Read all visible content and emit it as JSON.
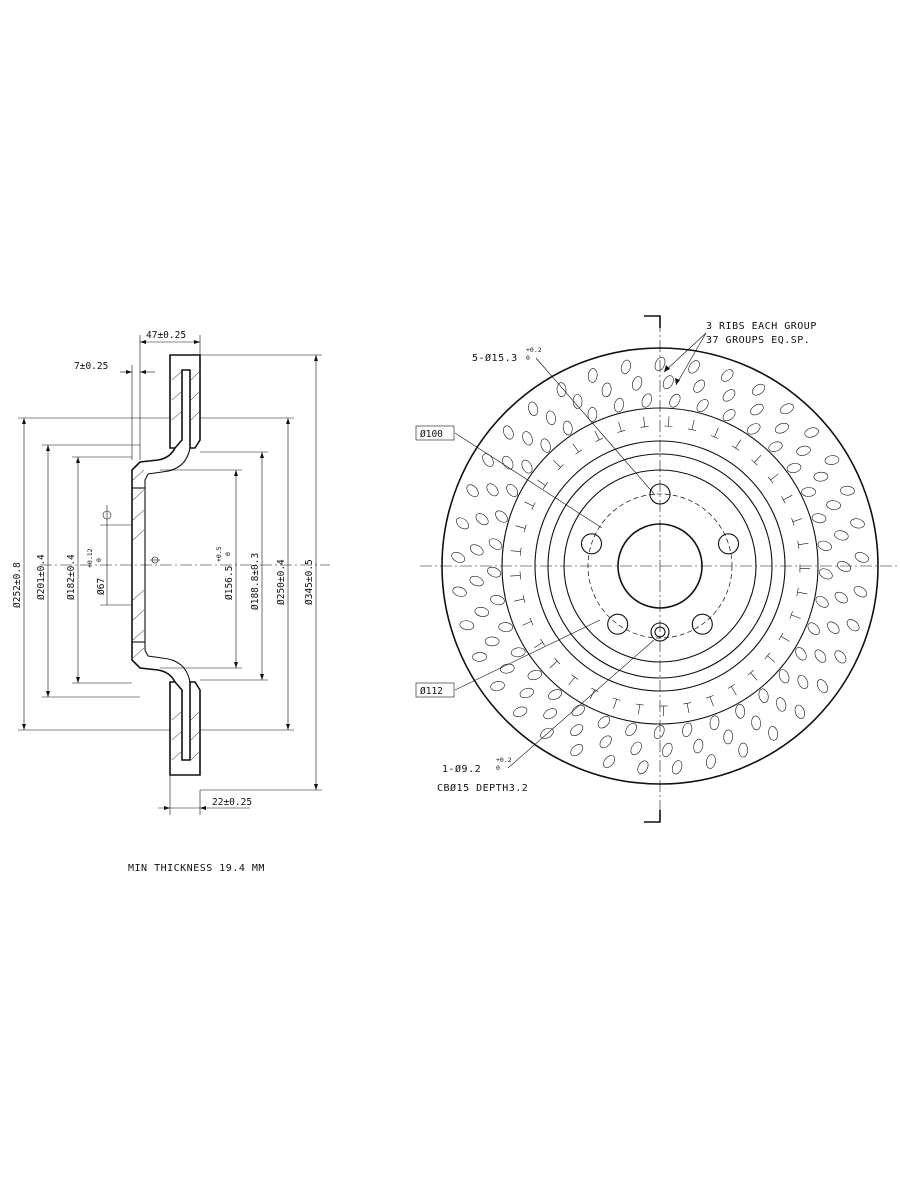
{
  "side_view": {
    "width_total": "47±0.25",
    "hat_offset": "7±0.25",
    "hub_face_to_disc": "22±0.25",
    "diameters": [
      {
        "key": "d252",
        "text": "Ø252±0.8"
      },
      {
        "key": "d201",
        "text": "Ø201±0.4"
      },
      {
        "key": "d182",
        "text": "Ø182±0.4"
      },
      {
        "key": "d67",
        "text": "Ø67",
        "sup_top": "+0.12",
        "sup_bottom": "0"
      },
      {
        "key": "d156",
        "text": "Ø156.5",
        "sup_top": "+0.5",
        "sup_bottom": "0"
      },
      {
        "key": "d188",
        "text": "Ø188.8±0.3"
      },
      {
        "key": "d250",
        "text": "Ø250±0.4"
      },
      {
        "key": "d345",
        "text": "Ø345±0.5"
      }
    ],
    "min_thickness_note": "MIN THICKNESS 19.4 MM"
  },
  "front_view": {
    "ribs_note_line1": "3 RIBS EACH GROUP",
    "ribs_note_line2": "37 GROUPS EQ.SP.",
    "bolt_holes_label": "5-Ø15.3",
    "bolt_holes_sup_top": "+0.2",
    "bolt_holes_sup_bottom": "0",
    "pcd_100": "Ø100",
    "pcd_112": "Ø112",
    "locating_hole_label": "1-Ø9.2",
    "locating_hole_sup_top": "+0.2",
    "locating_hole_sup_bottom": "0",
    "counterbore_note": "CBØ15 DEPTH3.2",
    "rib_groups": 37,
    "bolt_holes": 5
  }
}
